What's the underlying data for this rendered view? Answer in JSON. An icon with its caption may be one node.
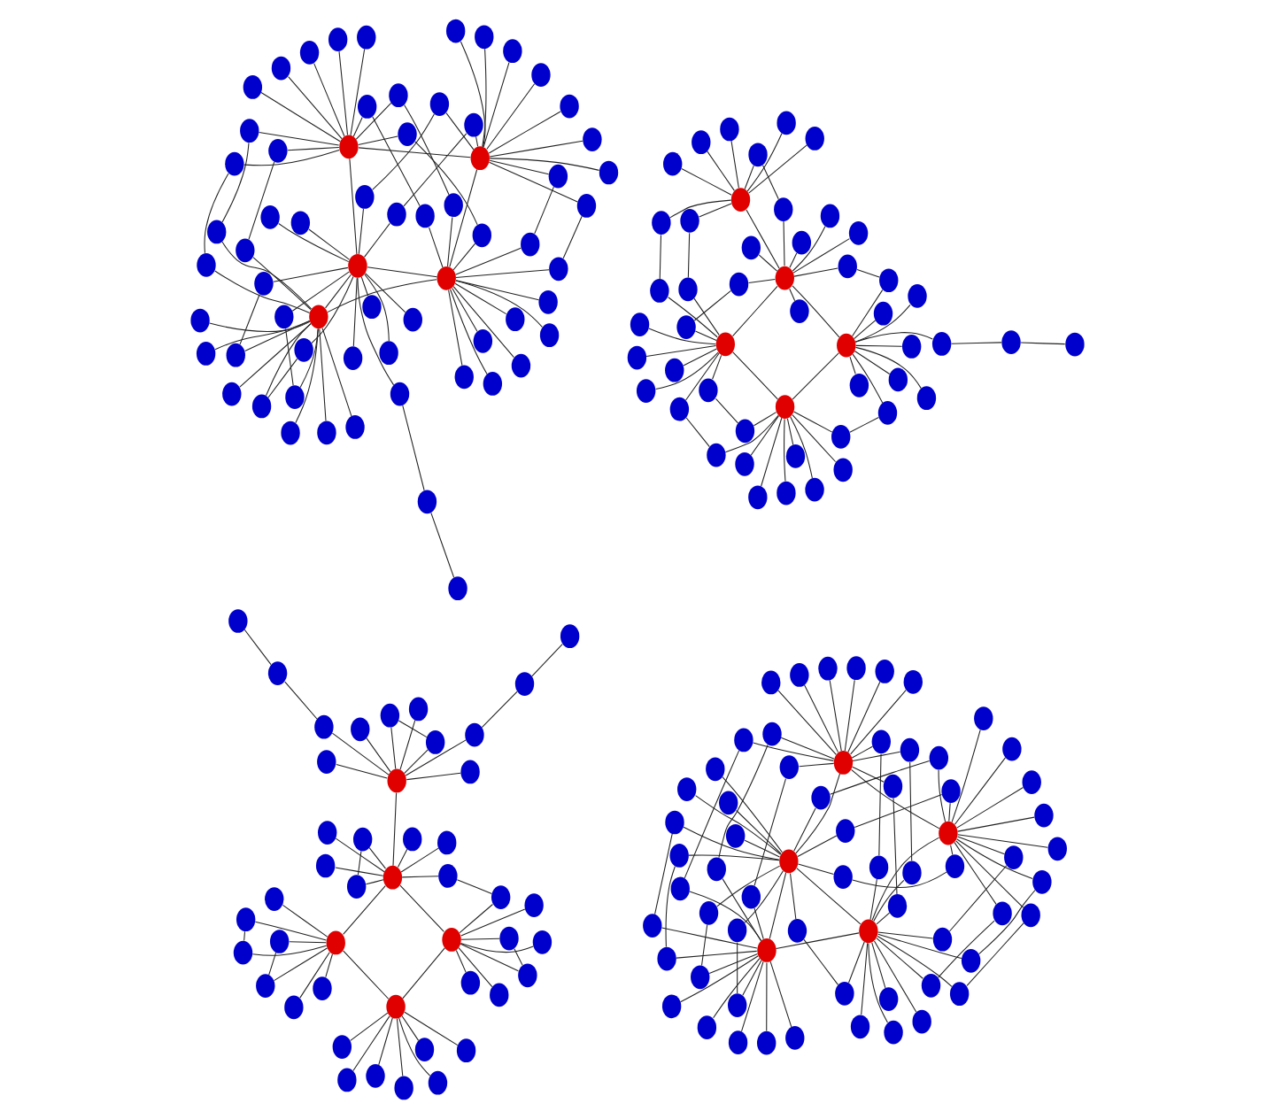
{
  "diagram": {
    "nodes": [
      {
        "text": [],
        "shape": "circle"
      },
      {
        "text": [],
        "shape": "circle"
      },
      {
        "text": [],
        "shape": "circle"
      },
      {
        "text": [],
        "shape": "circle"
      },
      {
        "text": [],
        "shape": "circle"
      },
      {
        "text": [],
        "shape": "circle"
      },
      {
        "text": [],
        "shape": "circle"
      },
      {
        "text": [],
        "shape": "circle"
      },
      {
        "text": [],
        "shape": "circle"
      },
      {
        "text": [],
        "shape": "circle"
      },
      {
        "text": [],
        "shape": "circle"
      },
      {
        "text": [],
        "shape": "circle"
      },
      {
        "text": [],
        "shape": "circle"
      },
      {
        "text": [],
        "shape": "circle"
      },
      {
        "text": [],
        "shape": "circle"
      },
      {
        "text": [],
        "shape": "circle"
      },
      {
        "text": [],
        "shape": "circle"
      },
      {
        "text": [],
        "shape": "circle"
      },
      {
        "text": [],
        "shape": "circle"
      },
      {
        "text": [],
        "shape": "circle"
      },
      {
        "text": [],
        "shape": "circle"
      },
      {
        "text": [],
        "shape": "circle"
      },
      {
        "text": [],
        "shape": "circle"
      },
      {
        "text": [],
        "shape": "circle"
      },
      {
        "text": [],
        "shape": "circle"
      },
      {
        "text": [],
        "shape": "circle"
      },
      {
        "text": [],
        "shape": "circle"
      },
      {
        "text": [],
        "shape": "circle"
      },
      {
        "text": [],
        "shape": "circle"
      },
      {
        "text": [],
        "shape": "circle"
      },
      {
        "text": [],
        "shape": "circle"
      },
      {
        "text": [],
        "shape": "circle"
      },
      {
        "text": [],
        "shape": "circle"
      },
      {
        "text": [],
        "shape": "circle"
      },
      {
        "text": [],
        "shape": "circle"
      },
      {
        "text": [],
        "shape": "circle"
      },
      {
        "text": [],
        "shape": "circle"
      },
      {
        "text": [],
        "shape": "circle"
      },
      {
        "text": [],
        "shape": "circle"
      },
      {
        "text": [],
        "shape": "circle"
      },
      {
        "text": [],
        "shape": "circle"
      },
      {
        "text": [],
        "shape": "circle"
      },
      {
        "text": [],
        "shape": "circle"
      },
      {
        "text": [],
        "shape": "circle"
      },
      {
        "text": [],
        "shape": "circle"
      },
      {
        "text": [],
        "shape": "circle"
      },
      {
        "text": [],
        "shape": "circle"
      },
      {
        "text": [],
        "shape": "circle"
      },
      {
        "text": [],
        "shape": "circle"
      },
      {
        "text": [],
        "shape": "circle"
      },
      {
        "text": [],
        "shape": "circle"
      },
      {
        "text": [],
        "shape": "circle"
      },
      {
        "text": [],
        "shape": "circle"
      },
      {
        "text": [],
        "shape": "circle"
      },
      {
        "text": [],
        "shape": "circle"
      },
      {
        "text": [],
        "shape": "circle"
      },
      {
        "text": [],
        "shape": "circle"
      },
      {
        "text": [],
        "shape": "circle"
      },
      {
        "text": [],
        "shape": "circle"
      },
      {
        "text": [],
        "shape": "circle"
      },
      {
        "text": [],
        "shape": "circle"
      },
      {
        "text": [],
        "shape": "circle"
      },
      {
        "text": [],
        "shape": "circle"
      },
      {
        "text": [],
        "shape": "circle"
      },
      {
        "text": [],
        "shape": "circle"
      },
      {
        "text": [],
        "shape": "circle"
      },
      {
        "text": [],
        "shape": "circle"
      },
      {
        "text": [],
        "shape": "circle"
      },
      {
        "text": [],
        "shape": "circle"
      },
      {
        "text": [],
        "shape": "circle"
      },
      {
        "text": [],
        "shape": "circle"
      },
      {
        "text": [],
        "shape": "circle"
      },
      {
        "text": [],
        "shape": "circle"
      },
      {
        "text": [],
        "shape": "circle"
      },
      {
        "text": [],
        "shape": "circle"
      },
      {
        "text": [],
        "shape": "circle"
      },
      {
        "text": [],
        "shape": "circle"
      },
      {
        "text": [],
        "shape": "circle"
      },
      {
        "text": [],
        "shape": "circle"
      },
      {
        "text": [],
        "shape": "circle"
      },
      {
        "text": [],
        "shape": "circle"
      },
      {
        "text": [],
        "shape": "circle"
      },
      {
        "text": [],
        "shape": "circle"
      },
      {
        "text": [],
        "shape": "circle"
      },
      {
        "text": [],
        "shape": "circle"
      },
      {
        "text": [],
        "shape": "circle"
      },
      {
        "text": [],
        "shape": "circle"
      },
      {
        "text": [],
        "shape": "circle"
      },
      {
        "text": [],
        "shape": "circle"
      },
      {
        "text": [],
        "shape": "circle"
      },
      {
        "text": [],
        "shape": "circle"
      },
      {
        "text": [],
        "shape": "circle"
      },
      {
        "text": [],
        "shape": "circle"
      },
      {
        "text": [],
        "shape": "circle"
      },
      {
        "text": [],
        "shape": "circle"
      },
      {
        "text": [],
        "shape": "circle"
      },
      {
        "text": [],
        "shape": "circle"
      },
      {
        "text": [],
        "shape": "circle"
      },
      {
        "text": [],
        "shape": "circle"
      },
      {
        "text": [],
        "shape": "circle"
      },
      {
        "text": [],
        "shape": "circle"
      },
      {
        "text": [],
        "shape": "circle"
      },
      {
        "text": [],
        "shape": "circle"
      },
      {
        "text": [],
        "shape": "circle"
      },
      {
        "text": [],
        "shape": "circle"
      },
      {
        "text": [],
        "shape": "circle"
      },
      {
        "text": [],
        "shape": "circle"
      },
      {
        "text": [],
        "shape": "circle"
      },
      {
        "text": [],
        "shape": "circle"
      },
      {
        "text": [],
        "shape": "circle"
      },
      {
        "text": [],
        "shape": "circle"
      },
      {
        "text": [],
        "shape": "circle"
      },
      {
        "text": [],
        "shape": "circle"
      },
      {
        "text": [],
        "shape": "circle"
      },
      {
        "text": [],
        "shape": "circle"
      },
      {
        "text": [],
        "shape": "circle"
      },
      {
        "text": [],
        "shape": "circle"
      },
      {
        "text": [],
        "shape": "circle"
      },
      {
        "text": [],
        "shape": "circle"
      },
      {
        "text": [],
        "shape": "circle"
      },
      {
        "text": [],
        "shape": "circle"
      },
      {
        "text": [],
        "shape": "circle"
      },
      {
        "text": [],
        "shape": "circle"
      },
      {
        "text": [],
        "shape": "circle"
      },
      {
        "text": [],
        "shape": "circle"
      },
      {
        "text": [],
        "shape": "circle"
      },
      {
        "text": [],
        "shape": "circle"
      },
      {
        "text": [],
        "shape": "circle"
      },
      {
        "text": [],
        "shape": "circle"
      },
      {
        "text": [],
        "shape": "circle"
      },
      {
        "text": [],
        "shape": "circle"
      },
      {
        "text": [],
        "shape": "circle"
      },
      {
        "text": [],
        "shape": "circle"
      },
      {
        "text": [],
        "shape": "circle"
      },
      {
        "text": [],
        "shape": "circle"
      },
      {
        "text": [],
        "shape": "circle"
      },
      {
        "text": [],
        "shape": "circle"
      },
      {
        "text": [],
        "shape": "circle"
      },
      {
        "text": [],
        "shape": "circle"
      },
      {
        "text": [],
        "shape": "circle"
      },
      {
        "text": [],
        "shape": "circle"
      },
      {
        "text": [],
        "shape": "circle"
      },
      {
        "text": [],
        "shape": "circle"
      },
      {
        "text": [],
        "shape": "circle"
      },
      {
        "text": [],
        "shape": "circle"
      },
      {
        "text": [],
        "shape": "circle"
      },
      {
        "text": [],
        "shape": "circle"
      },
      {
        "text": [],
        "shape": "circle"
      },
      {
        "text": [],
        "shape": "circle"
      },
      {
        "text": [],
        "shape": "circle"
      },
      {
        "text": [],
        "shape": "circle"
      },
      {
        "text": [],
        "shape": "circle"
      },
      {
        "text": [],
        "shape": "circle"
      },
      {
        "text": [],
        "shape": "circle"
      },
      {
        "text": [],
        "shape": "circle"
      },
      {
        "text": [],
        "shape": "circle"
      },
      {
        "text": [],
        "shape": "circle"
      },
      {
        "text": [],
        "shape": "circle"
      },
      {
        "text": [],
        "shape": "circle"
      },
      {
        "text": [],
        "shape": "circle"
      },
      {
        "text": [],
        "shape": "circle"
      },
      {
        "text": [],
        "shape": "circle"
      },
      {
        "text": [],
        "shape": "circle"
      },
      {
        "text": [],
        "shape": "circle"
      },
      {
        "text": [],
        "shape": "circle"
      },
      {
        "text": [],
        "shape": "circle"
      },
      {
        "text": [],
        "shape": "circle"
      },
      {
        "text": [],
        "shape": "circle"
      },
      {
        "text": [],
        "shape": "circle"
      },
      {
        "text": [],
        "shape": "circle"
      },
      {
        "text": [],
        "shape": "circle"
      },
      {
        "text": [],
        "shape": "circle"
      },
      {
        "text": [],
        "shape": "circle"
      },
      {
        "text": [],
        "shape": "circle"
      },
      {
        "text": [],
        "shape": "circle"
      },
      {
        "text": [],
        "shape": "circle"
      },
      {
        "text": [],
        "shape": "circle"
      },
      {
        "text": [],
        "shape": "circle"
      },
      {
        "text": [],
        "shape": "circle"
      },
      {
        "text": [],
        "shape": "circle"
      },
      {
        "text": [],
        "shape": "circle"
      },
      {
        "text": [],
        "shape": "circle"
      },
      {
        "text": [],
        "shape": "circle"
      },
      {
        "text": [],
        "shape": "circle"
      },
      {
        "text": [],
        "shape": "circle"
      },
      {
        "text": [],
        "shape": "circle"
      },
      {
        "text": [],
        "shape": "circle"
      },
      {
        "text": [],
        "shape": "circle"
      },
      {
        "text": [],
        "shape": "circle"
      },
      {
        "text": [],
        "shape": "circle"
      },
      {
        "text": [],
        "shape": "circle"
      },
      {
        "text": [],
        "shape": "circle"
      },
      {
        "text": [],
        "shape": "circle"
      },
      {
        "text": [],
        "shape": "circle"
      },
      {
        "text": [],
        "shape": "circle"
      },
      {
        "text": [],
        "shape": "circle"
      },
      {
        "text": [],
        "shape": "circle"
      },
      {
        "text": [],
        "shape": "circle"
      },
      {
        "text": [],
        "shape": "circle"
      },
      {
        "text": [],
        "shape": "circle"
      },
      {
        "text": [],
        "shape": "circle"
      },
      {
        "text": [],
        "shape": "circle"
      },
      {
        "text": [],
        "shape": "circle"
      },
      {
        "text": [],
        "shape": "circle"
      },
      {
        "text": [],
        "shape": "circle"
      },
      {
        "text": [],
        "shape": "circle"
      },
      {
        "text": [],
        "shape": "circle"
      },
      {
        "text": [],
        "shape": "circle"
      },
      {
        "text": [],
        "shape": "circle"
      },
      {
        "text": [],
        "shape": "circle"
      },
      {
        "text": [],
        "shape": "circle"
      },
      {
        "text": [],
        "shape": "circle"
      },
      {
        "text": [],
        "shape": "circle"
      },
      {
        "text": [],
        "shape": "circle"
      },
      {
        "text": [],
        "shape": "circle"
      },
      {
        "text": [],
        "shape": "circle"
      },
      {
        "text": [],
        "shape": "circle"
      },
      {
        "text": [],
        "shape": "circle"
      },
      {
        "text": [],
        "shape": "circle"
      },
      {
        "text": [],
        "shape": "circle"
      },
      {
        "text": [],
        "shape": "circle"
      },
      {
        "text": [],
        "shape": "circle"
      },
      {
        "text": [],
        "shape": "circle"
      },
      {
        "text": [],
        "shape": "circle"
      },
      {
        "text": [],
        "shape": "circle"
      }
    ],
    "edges": [
      {
        "from": 0,
        "to": 1,
        "arrow": "none"
      },
      {
        "from": 1,
        "to": 2,
        "arrow": "none"
      },
      {
        "from": 2,
        "to": 3,
        "arrow": "none"
      },
      {
        "from": 3,
        "to": 4,
        "arrow": "none"
      },
      {
        "from": 0,
        "to": 3,
        "arrow": "none"
      },
      {
        "from": 5,
        "to": 0,
        "arrow": "none"
      },
      {
        "from": 6,
        "to": 1,
        "arrow": "none"
      },
      {
        "from": 7,
        "to": 2,
        "arrow": "none"
      },
      {
        "from": 8,
        "to": 3,
        "arrow": "none"
      },
      {
        "from": 9,
        "to": 4,
        "arrow": "none"
      },
      {
        "from": 10,
        "to": 0,
        "arrow": "none"
      },
      {
        "from": 11,
        "to": 1,
        "arrow": "none"
      },
      {
        "from": 12,
        "to": 2,
        "arrow": "none"
      },
      {
        "from": 13,
        "to": 3,
        "arrow": "none"
      },
      {
        "from": 14,
        "to": 4,
        "arrow": "none"
      },
      {
        "from": 15,
        "to": 0,
        "arrow": "none"
      },
      {
        "from": 16,
        "to": 1,
        "arrow": "none"
      },
      {
        "from": 17,
        "to": 2,
        "arrow": "none"
      },
      {
        "from": 18,
        "to": 3,
        "arrow": "none"
      },
      {
        "from": 19,
        "to": 4,
        "arrow": "none"
      },
      {
        "from": 20,
        "to": 0,
        "arrow": "none"
      },
      {
        "from": 21,
        "to": 1,
        "arrow": "none"
      },
      {
        "from": 22,
        "to": 2,
        "arrow": "none"
      },
      {
        "from": 23,
        "to": 3,
        "arrow": "none"
      },
      {
        "from": 24,
        "to": 4,
        "arrow": "none"
      },
      {
        "from": 25,
        "to": 0,
        "arrow": "none"
      },
      {
        "from": 26,
        "to": 1,
        "arrow": "none"
      },
      {
        "from": 27,
        "to": 2,
        "arrow": "none"
      },
      {
        "from": 28,
        "to": 3,
        "arrow": "none"
      },
      {
        "from": 29,
        "to": 4,
        "arrow": "none"
      },
      {
        "from": 30,
        "to": 0,
        "arrow": "none"
      },
      {
        "from": 31,
        "to": 1,
        "arrow": "none"
      },
      {
        "from": 32,
        "to": 2,
        "arrow": "none"
      },
      {
        "from": 33,
        "to": 3,
        "arrow": "none"
      },
      {
        "from": 34,
        "to": 4,
        "arrow": "none"
      },
      {
        "from": 35,
        "to": 0,
        "arrow": "none"
      },
      {
        "from": 36,
        "to": 1,
        "arrow": "none"
      },
      {
        "from": 37,
        "to": 2,
        "arrow": "none"
      },
      {
        "from": 38,
        "to": 3,
        "arrow": "none"
      },
      {
        "from": 39,
        "to": 4,
        "arrow": "none"
      },
      {
        "from": 40,
        "to": 0,
        "arrow": "none"
      },
      {
        "from": 41,
        "to": 1,
        "arrow": "none"
      },
      {
        "from": 42,
        "to": 2,
        "arrow": "none"
      },
      {
        "from": 43,
        "to": 3,
        "arrow": "none"
      },
      {
        "from": 44,
        "to": 4,
        "arrow": "none"
      },
      {
        "from": 45,
        "to": 0,
        "arrow": "none"
      },
      {
        "from": 46,
        "to": 1,
        "arrow": "none"
      },
      {
        "from": 47,
        "to": 2,
        "arrow": "none"
      },
      {
        "from": 48,
        "to": 47,
        "arrow": "none"
      },
      {
        "from": 49,
        "to": 48,
        "arrow": "none"
      },
      {
        "from": 5,
        "to": 9,
        "arrow": "none"
      },
      {
        "from": 12,
        "to": 16,
        "arrow": "none"
      },
      {
        "from": 19,
        "to": 23,
        "arrow": "none"
      },
      {
        "from": 26,
        "to": 30,
        "arrow": "none"
      },
      {
        "from": 33,
        "to": 37,
        "arrow": "none"
      },
      {
        "from": 40,
        "to": 44,
        "arrow": "none"
      },
      {
        "from": 10,
        "to": 21,
        "arrow": "none"
      },
      {
        "from": 15,
        "to": 28,
        "arrow": "none"
      },
      {
        "from": 50,
        "to": 51,
        "arrow": "none"
      },
      {
        "from": 51,
        "to": 52,
        "arrow": "none"
      },
      {
        "from": 52,
        "to": 53,
        "arrow": "none"
      },
      {
        "from": 53,
        "to": 54,
        "arrow": "none"
      },
      {
        "from": 50,
        "to": 53,
        "arrow": "none"
      },
      {
        "from": 55,
        "to": 50,
        "arrow": "none"
      },
      {
        "from": 56,
        "to": 51,
        "arrow": "none"
      },
      {
        "from": 57,
        "to": 52,
        "arrow": "none"
      },
      {
        "from": 58,
        "to": 53,
        "arrow": "none"
      },
      {
        "from": 59,
        "to": 54,
        "arrow": "none"
      },
      {
        "from": 60,
        "to": 50,
        "arrow": "none"
      },
      {
        "from": 61,
        "to": 51,
        "arrow": "none"
      },
      {
        "from": 62,
        "to": 52,
        "arrow": "none"
      },
      {
        "from": 63,
        "to": 53,
        "arrow": "none"
      },
      {
        "from": 64,
        "to": 54,
        "arrow": "none"
      },
      {
        "from": 65,
        "to": 50,
        "arrow": "none"
      },
      {
        "from": 66,
        "to": 51,
        "arrow": "none"
      },
      {
        "from": 67,
        "to": 52,
        "arrow": "none"
      },
      {
        "from": 68,
        "to": 53,
        "arrow": "none"
      },
      {
        "from": 69,
        "to": 54,
        "arrow": "none"
      },
      {
        "from": 70,
        "to": 50,
        "arrow": "none"
      },
      {
        "from": 71,
        "to": 51,
        "arrow": "none"
      },
      {
        "from": 72,
        "to": 52,
        "arrow": "none"
      },
      {
        "from": 73,
        "to": 53,
        "arrow": "none"
      },
      {
        "from": 74,
        "to": 54,
        "arrow": "none"
      },
      {
        "from": 75,
        "to": 50,
        "arrow": "none"
      },
      {
        "from": 76,
        "to": 51,
        "arrow": "none"
      },
      {
        "from": 77,
        "to": 52,
        "arrow": "none"
      },
      {
        "from": 78,
        "to": 53,
        "arrow": "none"
      },
      {
        "from": 79,
        "to": 54,
        "arrow": "none"
      },
      {
        "from": 80,
        "to": 50,
        "arrow": "none"
      },
      {
        "from": 81,
        "to": 51,
        "arrow": "none"
      },
      {
        "from": 82,
        "to": 52,
        "arrow": "none"
      },
      {
        "from": 83,
        "to": 53,
        "arrow": "none"
      },
      {
        "from": 84,
        "to": 54,
        "arrow": "none"
      },
      {
        "from": 85,
        "to": 50,
        "arrow": "none"
      },
      {
        "from": 86,
        "to": 51,
        "arrow": "none"
      },
      {
        "from": 87,
        "to": 52,
        "arrow": "none"
      },
      {
        "from": 88,
        "to": 53,
        "arrow": "none"
      },
      {
        "from": 89,
        "to": 54,
        "arrow": "none"
      },
      {
        "from": 90,
        "to": 89,
        "arrow": "none"
      },
      {
        "from": 91,
        "to": 90,
        "arrow": "none"
      },
      {
        "from": 92,
        "to": 54,
        "arrow": "none"
      },
      {
        "from": 93,
        "to": 92,
        "arrow": "none"
      },
      {
        "from": 94,
        "to": 93,
        "arrow": "none"
      },
      {
        "from": 55,
        "to": 60,
        "arrow": "none"
      },
      {
        "from": 62,
        "to": 67,
        "arrow": "none"
      },
      {
        "from": 70,
        "to": 75,
        "arrow": "none"
      },
      {
        "from": 78,
        "to": 83,
        "arrow": "none"
      },
      {
        "from": 58,
        "to": 72,
        "arrow": "none"
      },
      {
        "from": 64,
        "to": 79,
        "arrow": "none"
      },
      {
        "from": 95,
        "to": 96,
        "arrow": "none"
      },
      {
        "from": 96,
        "to": 97,
        "arrow": "none"
      },
      {
        "from": 97,
        "to": 98,
        "arrow": "none"
      },
      {
        "from": 98,
        "to": 99,
        "arrow": "none"
      },
      {
        "from": 95,
        "to": 97,
        "arrow": "none"
      },
      {
        "from": 96,
        "to": 99,
        "arrow": "none"
      },
      {
        "from": 100,
        "to": 95,
        "arrow": "none"
      },
      {
        "from": 101,
        "to": 96,
        "arrow": "none"
      },
      {
        "from": 102,
        "to": 97,
        "arrow": "none"
      },
      {
        "from": 103,
        "to": 98,
        "arrow": "none"
      },
      {
        "from": 104,
        "to": 99,
        "arrow": "none"
      },
      {
        "from": 105,
        "to": 95,
        "arrow": "none"
      },
      {
        "from": 106,
        "to": 96,
        "arrow": "none"
      },
      {
        "from": 107,
        "to": 97,
        "arrow": "none"
      },
      {
        "from": 108,
        "to": 98,
        "arrow": "none"
      },
      {
        "from": 109,
        "to": 99,
        "arrow": "none"
      },
      {
        "from": 110,
        "to": 95,
        "arrow": "none"
      },
      {
        "from": 111,
        "to": 96,
        "arrow": "none"
      },
      {
        "from": 112,
        "to": 97,
        "arrow": "none"
      },
      {
        "from": 113,
        "to": 98,
        "arrow": "none"
      },
      {
        "from": 114,
        "to": 99,
        "arrow": "none"
      },
      {
        "from": 115,
        "to": 95,
        "arrow": "none"
      },
      {
        "from": 116,
        "to": 96,
        "arrow": "none"
      },
      {
        "from": 117,
        "to": 97,
        "arrow": "none"
      },
      {
        "from": 118,
        "to": 98,
        "arrow": "none"
      },
      {
        "from": 119,
        "to": 99,
        "arrow": "none"
      },
      {
        "from": 120,
        "to": 95,
        "arrow": "none"
      },
      {
        "from": 121,
        "to": 96,
        "arrow": "none"
      },
      {
        "from": 122,
        "to": 97,
        "arrow": "none"
      },
      {
        "from": 123,
        "to": 98,
        "arrow": "none"
      },
      {
        "from": 124,
        "to": 99,
        "arrow": "none"
      },
      {
        "from": 125,
        "to": 95,
        "arrow": "none"
      },
      {
        "from": 126,
        "to": 96,
        "arrow": "none"
      },
      {
        "from": 127,
        "to": 97,
        "arrow": "none"
      },
      {
        "from": 128,
        "to": 98,
        "arrow": "none"
      },
      {
        "from": 129,
        "to": 99,
        "arrow": "none"
      },
      {
        "from": 130,
        "to": 95,
        "arrow": "none"
      },
      {
        "from": 131,
        "to": 96,
        "arrow": "none"
      },
      {
        "from": 132,
        "to": 97,
        "arrow": "none"
      },
      {
        "from": 133,
        "to": 98,
        "arrow": "none"
      },
      {
        "from": 134,
        "to": 99,
        "arrow": "none"
      },
      {
        "from": 135,
        "to": 95,
        "arrow": "none"
      },
      {
        "from": 136,
        "to": 96,
        "arrow": "none"
      },
      {
        "from": 137,
        "to": 97,
        "arrow": "none"
      },
      {
        "from": 138,
        "to": 98,
        "arrow": "none"
      },
      {
        "from": 139,
        "to": 99,
        "arrow": "none"
      },
      {
        "from": 140,
        "to": 95,
        "arrow": "none"
      },
      {
        "from": 141,
        "to": 96,
        "arrow": "none"
      },
      {
        "from": 142,
        "to": 97,
        "arrow": "none"
      },
      {
        "from": 143,
        "to": 98,
        "arrow": "none"
      },
      {
        "from": 144,
        "to": 99,
        "arrow": "none"
      },
      {
        "from": 145,
        "to": 95,
        "arrow": "none"
      },
      {
        "from": 146,
        "to": 96,
        "arrow": "none"
      },
      {
        "from": 147,
        "to": 97,
        "arrow": "none"
      },
      {
        "from": 148,
        "to": 98,
        "arrow": "none"
      },
      {
        "from": 149,
        "to": 99,
        "arrow": "none"
      },
      {
        "from": 150,
        "to": 95,
        "arrow": "none"
      },
      {
        "from": 151,
        "to": 96,
        "arrow": "none"
      },
      {
        "from": 152,
        "to": 97,
        "arrow": "none"
      },
      {
        "from": 153,
        "to": 98,
        "arrow": "none"
      },
      {
        "from": 154,
        "to": 99,
        "arrow": "none"
      },
      {
        "from": 155,
        "to": 95,
        "arrow": "none"
      },
      {
        "from": 156,
        "to": 96,
        "arrow": "none"
      },
      {
        "from": 157,
        "to": 97,
        "arrow": "none"
      },
      {
        "from": 158,
        "to": 98,
        "arrow": "none"
      },
      {
        "from": 159,
        "to": 99,
        "arrow": "none"
      },
      {
        "from": 100,
        "to": 107,
        "arrow": "none"
      },
      {
        "from": 103,
        "to": 110,
        "arrow": "none"
      },
      {
        "from": 106,
        "to": 113,
        "arrow": "none"
      },
      {
        "from": 109,
        "to": 116,
        "arrow": "none"
      },
      {
        "from": 112,
        "to": 119,
        "arrow": "none"
      },
      {
        "from": 115,
        "to": 122,
        "arrow": "none"
      },
      {
        "from": 118,
        "to": 125,
        "arrow": "none"
      },
      {
        "from": 121,
        "to": 128,
        "arrow": "none"
      },
      {
        "from": 124,
        "to": 131,
        "arrow": "none"
      },
      {
        "from": 127,
        "to": 134,
        "arrow": "none"
      },
      {
        "from": 130,
        "to": 137,
        "arrow": "none"
      },
      {
        "from": 133,
        "to": 140,
        "arrow": "none"
      },
      {
        "from": 136,
        "to": 143,
        "arrow": "none"
      },
      {
        "from": 139,
        "to": 146,
        "arrow": "none"
      },
      {
        "from": 142,
        "to": 149,
        "arrow": "none"
      },
      {
        "from": 145,
        "to": 152,
        "arrow": "none"
      },
      {
        "from": 101,
        "to": 117,
        "arrow": "none"
      },
      {
        "from": 104,
        "to": 126,
        "arrow": "none"
      },
      {
        "from": 160,
        "to": 161,
        "arrow": "none"
      },
      {
        "from": 161,
        "to": 162,
        "arrow": "none"
      },
      {
        "from": 162,
        "to": 163,
        "arrow": "none"
      },
      {
        "from": 163,
        "to": 164,
        "arrow": "none"
      },
      {
        "from": 160,
        "to": 162,
        "arrow": "none"
      },
      {
        "from": 161,
        "to": 164,
        "arrow": "none"
      },
      {
        "from": 165,
        "to": 160,
        "arrow": "none"
      },
      {
        "from": 166,
        "to": 161,
        "arrow": "none"
      },
      {
        "from": 167,
        "to": 162,
        "arrow": "none"
      },
      {
        "from": 168,
        "to": 163,
        "arrow": "none"
      },
      {
        "from": 169,
        "to": 164,
        "arrow": "none"
      },
      {
        "from": 170,
        "to": 160,
        "arrow": "none"
      },
      {
        "from": 171,
        "to": 161,
        "arrow": "none"
      },
      {
        "from": 172,
        "to": 162,
        "arrow": "none"
      },
      {
        "from": 173,
        "to": 163,
        "arrow": "none"
      },
      {
        "from": 174,
        "to": 164,
        "arrow": "none"
      },
      {
        "from": 175,
        "to": 160,
        "arrow": "none"
      },
      {
        "from": 176,
        "to": 161,
        "arrow": "none"
      },
      {
        "from": 177,
        "to": 162,
        "arrow": "none"
      },
      {
        "from": 178,
        "to": 163,
        "arrow": "none"
      },
      {
        "from": 179,
        "to": 164,
        "arrow": "none"
      },
      {
        "from": 180,
        "to": 160,
        "arrow": "none"
      },
      {
        "from": 181,
        "to": 161,
        "arrow": "none"
      },
      {
        "from": 182,
        "to": 162,
        "arrow": "none"
      },
      {
        "from": 183,
        "to": 163,
        "arrow": "none"
      },
      {
        "from": 184,
        "to": 164,
        "arrow": "none"
      },
      {
        "from": 185,
        "to": 160,
        "arrow": "none"
      },
      {
        "from": 186,
        "to": 161,
        "arrow": "none"
      },
      {
        "from": 187,
        "to": 162,
        "arrow": "none"
      },
      {
        "from": 188,
        "to": 163,
        "arrow": "none"
      },
      {
        "from": 189,
        "to": 164,
        "arrow": "none"
      },
      {
        "from": 190,
        "to": 160,
        "arrow": "none"
      },
      {
        "from": 191,
        "to": 161,
        "arrow": "none"
      },
      {
        "from": 192,
        "to": 162,
        "arrow": "none"
      },
      {
        "from": 193,
        "to": 163,
        "arrow": "none"
      },
      {
        "from": 194,
        "to": 164,
        "arrow": "none"
      },
      {
        "from": 195,
        "to": 160,
        "arrow": "none"
      },
      {
        "from": 196,
        "to": 161,
        "arrow": "none"
      },
      {
        "from": 197,
        "to": 162,
        "arrow": "none"
      },
      {
        "from": 198,
        "to": 163,
        "arrow": "none"
      },
      {
        "from": 199,
        "to": 164,
        "arrow": "none"
      },
      {
        "from": 200,
        "to": 160,
        "arrow": "none"
      },
      {
        "from": 201,
        "to": 161,
        "arrow": "none"
      },
      {
        "from": 202,
        "to": 162,
        "arrow": "none"
      },
      {
        "from": 203,
        "to": 163,
        "arrow": "none"
      },
      {
        "from": 204,
        "to": 164,
        "arrow": "none"
      },
      {
        "from": 205,
        "to": 160,
        "arrow": "none"
      },
      {
        "from": 206,
        "to": 161,
        "arrow": "none"
      },
      {
        "from": 207,
        "to": 162,
        "arrow": "none"
      },
      {
        "from": 208,
        "to": 163,
        "arrow": "none"
      },
      {
        "from": 209,
        "to": 164,
        "arrow": "none"
      },
      {
        "from": 210,
        "to": 160,
        "arrow": "none"
      },
      {
        "from": 211,
        "to": 161,
        "arrow": "none"
      },
      {
        "from": 212,
        "to": 162,
        "arrow": "none"
      },
      {
        "from": 213,
        "to": 163,
        "arrow": "none"
      },
      {
        "from": 214,
        "to": 164,
        "arrow": "none"
      },
      {
        "from": 215,
        "to": 160,
        "arrow": "none"
      },
      {
        "from": 216,
        "to": 161,
        "arrow": "none"
      },
      {
        "from": 217,
        "to": 162,
        "arrow": "none"
      },
      {
        "from": 218,
        "to": 163,
        "arrow": "none"
      },
      {
        "from": 219,
        "to": 164,
        "arrow": "none"
      },
      {
        "from": 220,
        "to": 160,
        "arrow": "none"
      },
      {
        "from": 221,
        "to": 161,
        "arrow": "none"
      },
      {
        "from": 222,
        "to": 162,
        "arrow": "none"
      },
      {
        "from": 223,
        "to": 222,
        "arrow": "none"
      },
      {
        "from": 224,
        "to": 223,
        "arrow": "none"
      },
      {
        "from": 165,
        "to": 172,
        "arrow": "none"
      },
      {
        "from": 168,
        "to": 175,
        "arrow": "none"
      },
      {
        "from": 171,
        "to": 178,
        "arrow": "none"
      },
      {
        "from": 174,
        "to": 181,
        "arrow": "none"
      },
      {
        "from": 177,
        "to": 184,
        "arrow": "none"
      },
      {
        "from": 180,
        "to": 187,
        "arrow": "none"
      },
      {
        "from": 183,
        "to": 190,
        "arrow": "none"
      },
      {
        "from": 186,
        "to": 193,
        "arrow": "none"
      },
      {
        "from": 189,
        "to": 196,
        "arrow": "none"
      },
      {
        "from": 192,
        "to": 199,
        "arrow": "none"
      },
      {
        "from": 195,
        "to": 202,
        "arrow": "none"
      },
      {
        "from": 198,
        "to": 205,
        "arrow": "none"
      },
      {
        "from": 201,
        "to": 208,
        "arrow": "none"
      }
    ]
  }
}
